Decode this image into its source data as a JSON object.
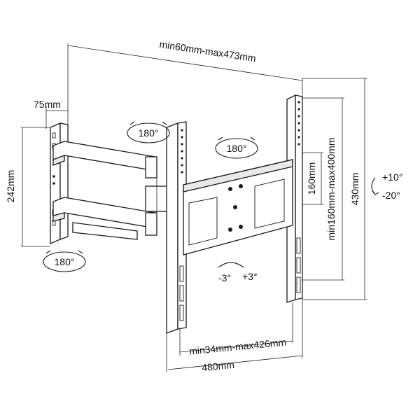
{
  "labels": {
    "top_width": "min60mm-max473mm",
    "arm_depth": "75mm",
    "wall_height": "242mm",
    "tv_height": "430mm",
    "vesa_vertical": "min160mm-max400mm",
    "bracket_height": "160mm",
    "vesa_horizontal": "min34mm-max426mm",
    "tv_width": "480mm",
    "swivel_upper_left": "180°",
    "swivel_upper_center": "180°",
    "swivel_lower_left": "180°",
    "tilt_up": "+10°",
    "tilt_down": "-20°",
    "rotate_left": "-3°",
    "rotate_right": "+3°"
  }
}
